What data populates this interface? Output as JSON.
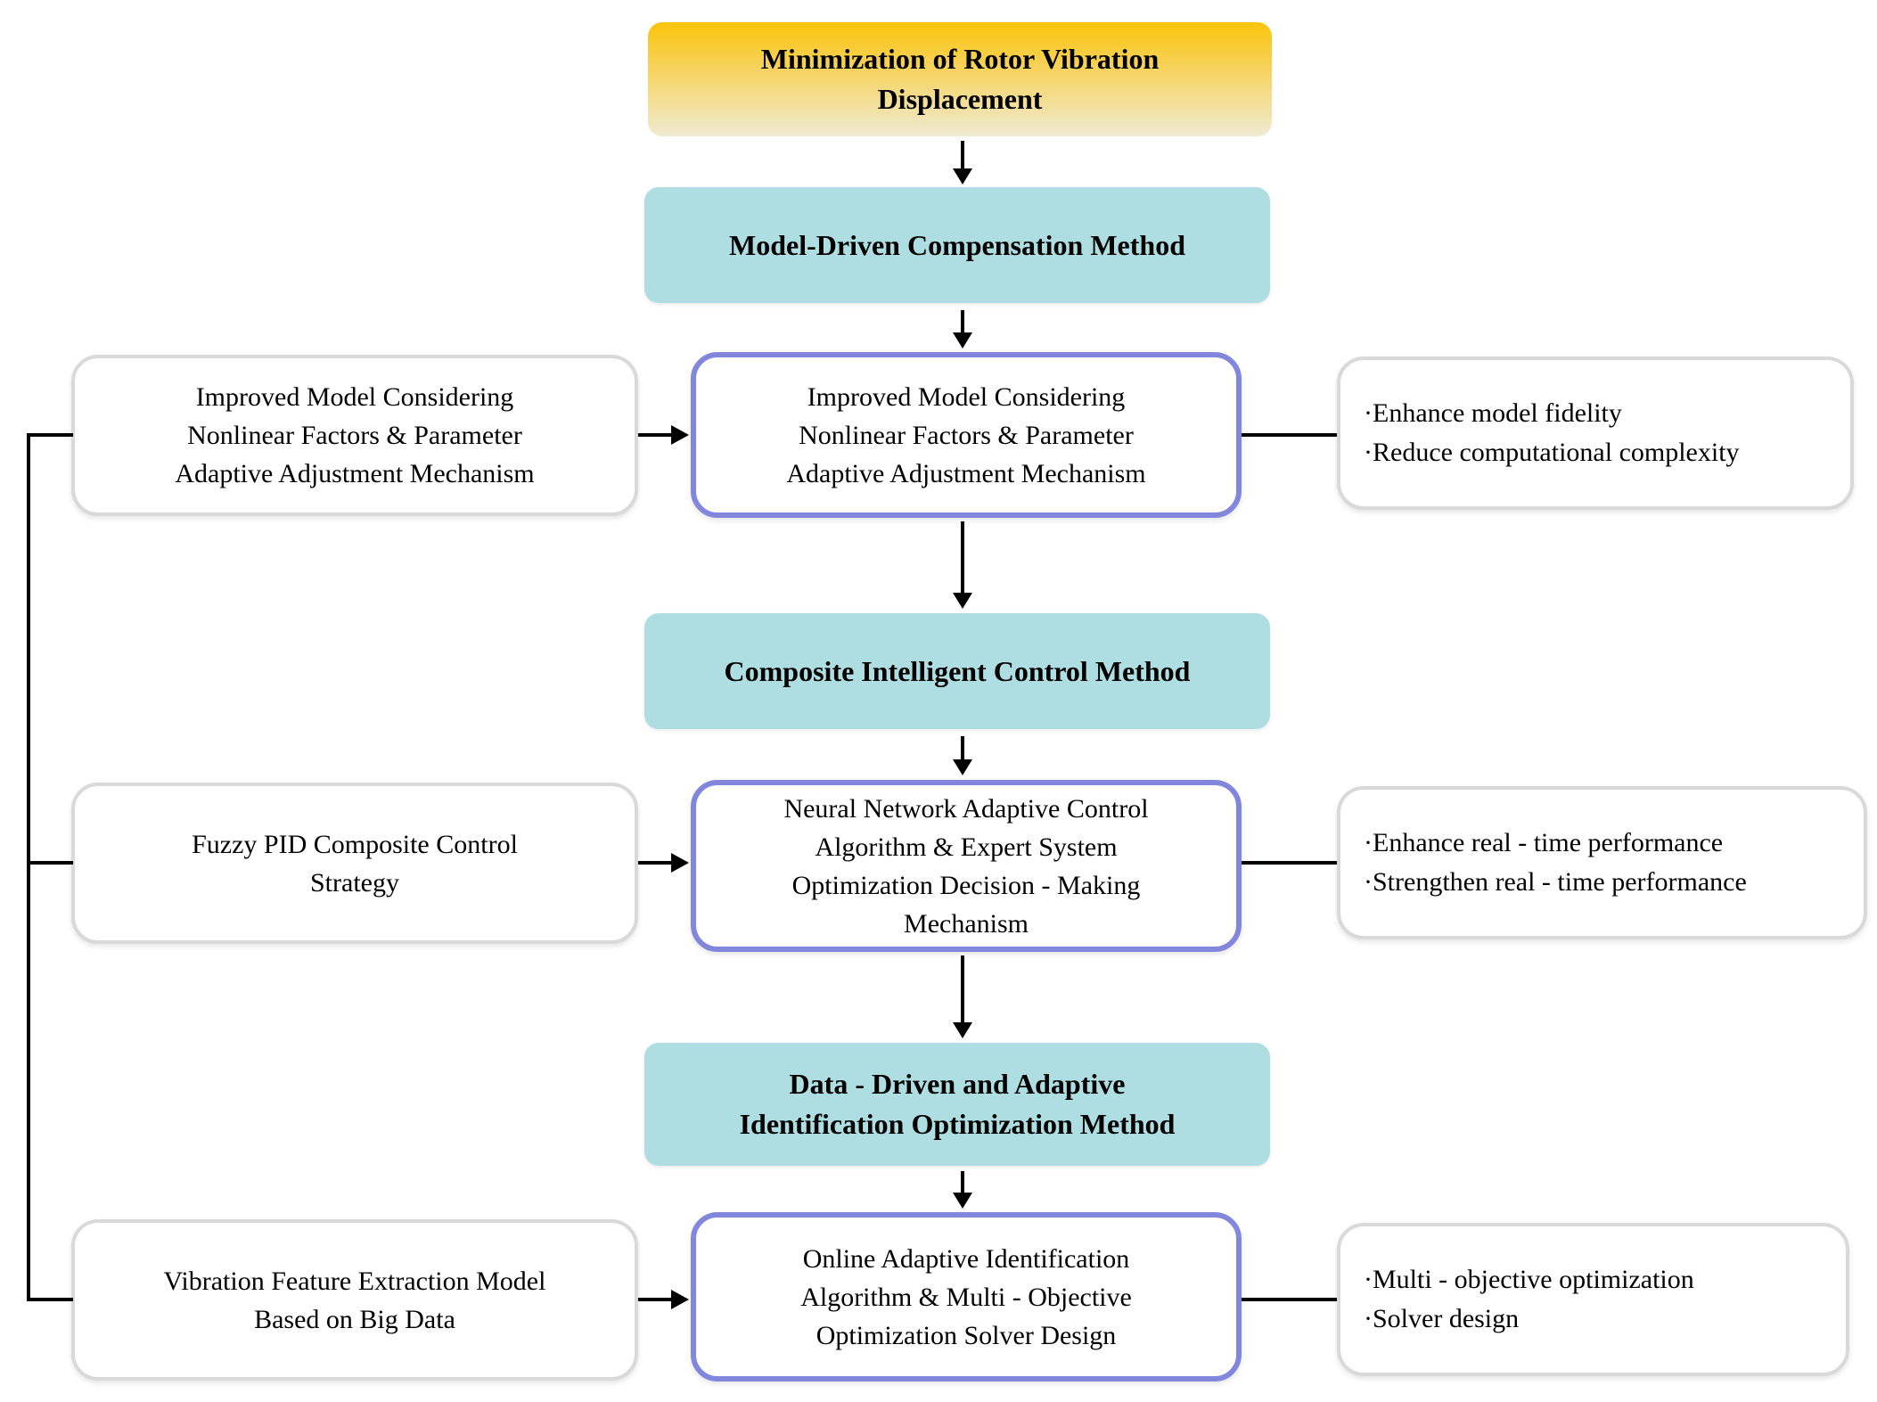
{
  "goal": {
    "lines": [
      "Minimization of Rotor Vibration",
      "Displacement"
    ]
  },
  "stages": [
    {
      "method_lines": [
        "Model-Driven Compensation Method"
      ],
      "input_lines": [
        "Improved Model Considering",
        "Nonlinear Factors & Parameter",
        "Adaptive Adjustment Mechanism"
      ],
      "core_lines": [
        "Improved Model Considering",
        "Nonlinear Factors & Parameter",
        "Adaptive Adjustment Mechanism"
      ],
      "benefit_lines": [
        "·Enhance model fidelity",
        "·Reduce computational complexity"
      ]
    },
    {
      "method_lines": [
        "Composite Intelligent Control Method"
      ],
      "input_lines": [
        "Fuzzy PID Composite Control",
        "Strategy"
      ],
      "core_lines": [
        "Neural Network Adaptive Control",
        "Algorithm & Expert System",
        "Optimization Decision - Making",
        "Mechanism"
      ],
      "benefit_lines": [
        "·Enhance real - time performance",
        "·Strengthen real - time performance"
      ]
    },
    {
      "method_lines": [
        "Data - Driven and Adaptive",
        "Identification Optimization Method"
      ],
      "input_lines": [
        "Vibration Feature Extraction Model",
        "Based on Big Data"
      ],
      "core_lines": [
        "Online Adaptive Identification",
        "Algorithm & Multi - Objective",
        "Optimization Solver Design"
      ],
      "benefit_lines": [
        "·Multi - objective optimization",
        "·Solver design"
      ]
    }
  ],
  "colors": {
    "goal_gradient_top": "#FBC40B",
    "goal_gradient_bottom": "#F0EBD3",
    "method_fill": "#AEDEE1",
    "core_border": "#8287DD",
    "input_border": "#D9D9D9",
    "connector": "#000000",
    "text": "#000000"
  }
}
